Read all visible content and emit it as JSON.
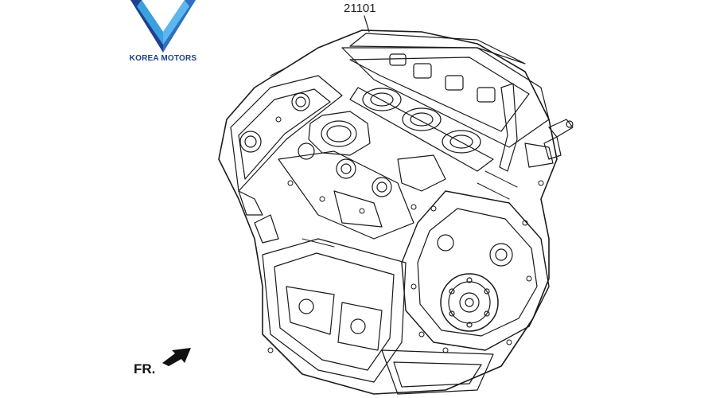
{
  "logo": {
    "brand_text": "KOREA MOTORS",
    "colors": {
      "dark": "#1f3f8f",
      "light": "#3aa0e0"
    }
  },
  "diagram": {
    "part_number": "21101",
    "direction_label": "FR.",
    "icons": {
      "direction": "arrow-icon",
      "logo": "v-logo-icon"
    }
  }
}
